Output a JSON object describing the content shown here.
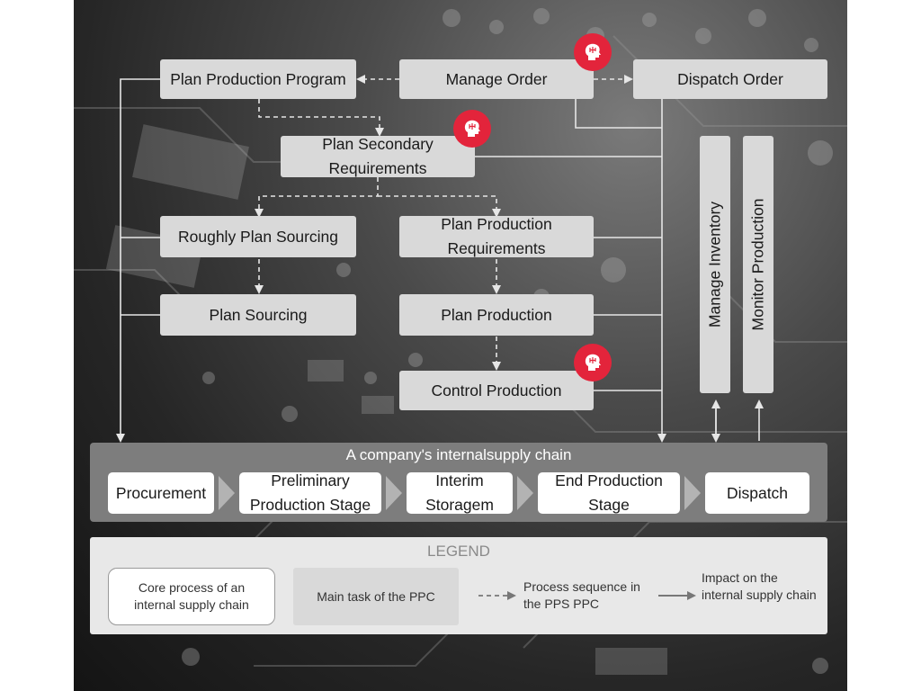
{
  "tasks": {
    "plan_production_program": "Plan Production Program",
    "manage_order": "Manage Order",
    "dispatch_order": "Dispatch Order",
    "plan_secondary_requirements": "Plan Secondary Requirements",
    "roughly_plan_sourcing": "Roughly Plan Sourcing",
    "plan_production_requirements": "Plan Production Requirements",
    "plan_sourcing": "Plan Sourcing",
    "plan_production": "Plan Production",
    "control_production": "Control Production",
    "manage_inventory": "Manage Inventory",
    "monitor_production": "Monitor Production"
  },
  "supply_chain": {
    "title": "A company's internalsupply  chain",
    "stages": [
      "Procurement",
      "Preliminary Production Stage",
      "Interim Storagem",
      "End Production Stage",
      "Dispatch"
    ]
  },
  "legend": {
    "title": "LEGEND",
    "core_process": "Core process of an internal supply chain",
    "main_task": "Main task of the PPC",
    "process_sequence": "Process sequence in the PPS PPC",
    "impact": "Impact on the internal supply chain"
  },
  "colors": {
    "task_box": "#d9d9d9",
    "badge": "#e3243b",
    "chain_band": "#7d7d7d",
    "legend_bg": "#e8e8e8"
  },
  "icons": {
    "badge": "ai-brain-head-icon"
  }
}
